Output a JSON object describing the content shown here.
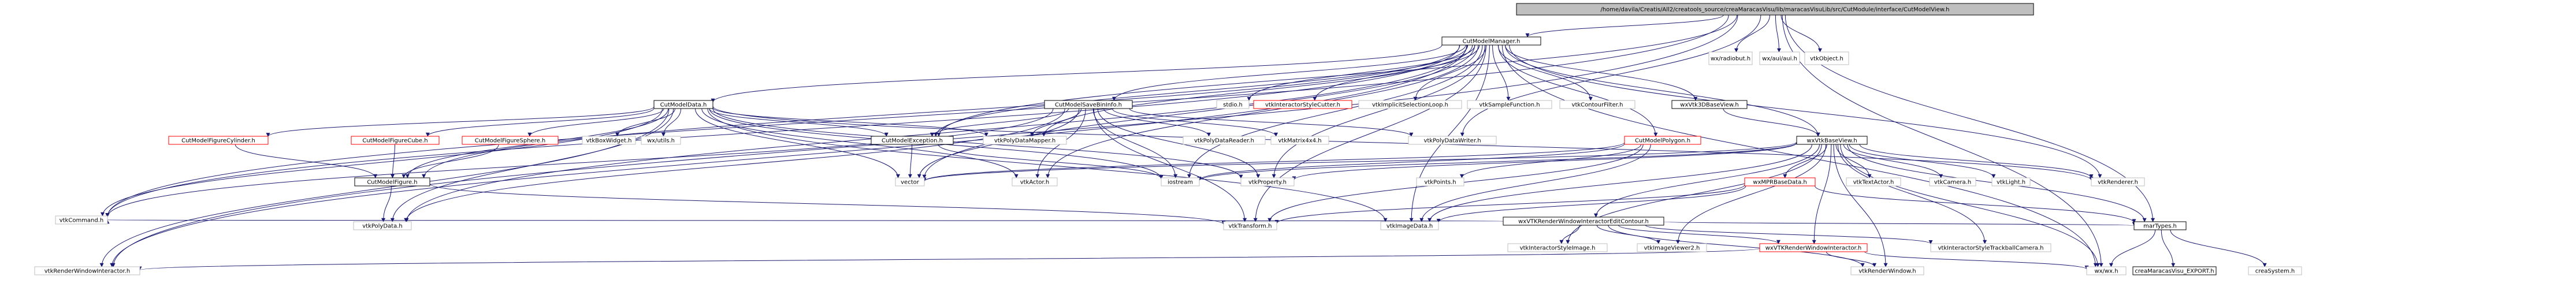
{
  "graph": {
    "root": "/home/davila/Creatis/All2/creatools_source/creaMaracasVisu/lib/maracasVisuLib/src/CutModule/interface/CutModelView.h",
    "style": {
      "edge_color": "#191970",
      "node_fill_default": "#ffffff",
      "node_stroke_default": "#bfbfbf",
      "node_stroke_missing": "#ff0000",
      "node_stroke_documented": "#000000",
      "root_fill": "#bfbfbf"
    },
    "nodes": [
      {
        "id": "root",
        "label": "/home/davila/Creatis/All2/creatools_source/creaMaracasVisu/lib/maracasVisuLib/src/CutModule/interface/CutModelView.h",
        "kind": "root"
      },
      {
        "id": "cutmodelmanager",
        "label": "CutModelManager.h",
        "kind": "documented"
      },
      {
        "id": "wxradiobut",
        "label": "wx/radiobut.h",
        "kind": "plain"
      },
      {
        "id": "wxauiaui",
        "label": "wx/aui/aui.h",
        "kind": "plain"
      },
      {
        "id": "vtkobject",
        "label": "vtkObject.h",
        "kind": "plain"
      },
      {
        "id": "cutmodeldata",
        "label": "CutModelData.h",
        "kind": "documented"
      },
      {
        "id": "cutmodelsavebininfo",
        "label": "CutModelSaveBinInfo.h",
        "kind": "documented"
      },
      {
        "id": "stdioh",
        "label": "stdio.h",
        "kind": "plain"
      },
      {
        "id": "vtkinteractorstylecutter",
        "label": "vtkInteractorStyleCutter.h",
        "kind": "missing"
      },
      {
        "id": "vtkimplicitselectionloop",
        "label": "vtkImplicitSelectionLoop.h",
        "kind": "plain"
      },
      {
        "id": "vtksamplefunction",
        "label": "vtkSampleFunction.h",
        "kind": "plain"
      },
      {
        "id": "vtkcontourfilter",
        "label": "vtkContourFilter.h",
        "kind": "plain"
      },
      {
        "id": "wxvtk3dbaseview",
        "label": "wxVtk3DBaseView.h",
        "kind": "documented"
      },
      {
        "id": "cutmodelfigurecylinder",
        "label": "CutModelFigureCylinder.h",
        "kind": "missing"
      },
      {
        "id": "cutmodelfigurecube",
        "label": "CutModelFigureCube.h",
        "kind": "missing"
      },
      {
        "id": "cutmodelfiguresphere",
        "label": "CutModelFigureSphere.h",
        "kind": "missing"
      },
      {
        "id": "vtkboxwidget",
        "label": "vtkBoxWidget.h",
        "kind": "plain"
      },
      {
        "id": "wxutils",
        "label": "wx/utils.h",
        "kind": "plain"
      },
      {
        "id": "cutmodelexception",
        "label": "CutModelException.h",
        "kind": "documented"
      },
      {
        "id": "vtkpolydatamapper",
        "label": "vtkPolyDataMapper.h",
        "kind": "plain"
      },
      {
        "id": "vtkpolydatareader",
        "label": "vtkPolyDataReader.h",
        "kind": "plain"
      },
      {
        "id": "vtkmatrix4x4",
        "label": "vtkMatrix4x4.h",
        "kind": "plain"
      },
      {
        "id": "vtkpolydatawriter",
        "label": "vtkPolyDataWriter.h",
        "kind": "plain"
      },
      {
        "id": "cutmodelpolygon",
        "label": "CutModelPolygon.h",
        "kind": "missing"
      },
      {
        "id": "wxvtkbaseview",
        "label": "wxVtkBaseView.h",
        "kind": "documented"
      },
      {
        "id": "cutmodelfigure",
        "label": "CutModelFigure.h",
        "kind": "documented"
      },
      {
        "id": "vector",
        "label": "vector",
        "kind": "plain"
      },
      {
        "id": "vtkactor",
        "label": "vtkActor.h",
        "kind": "plain"
      },
      {
        "id": "iostream",
        "label": "iostream",
        "kind": "plain"
      },
      {
        "id": "vtkproperty",
        "label": "vtkProperty.h",
        "kind": "plain"
      },
      {
        "id": "vtkpoints",
        "label": "vtkPoints.h",
        "kind": "plain"
      },
      {
        "id": "vtktextactor",
        "label": "vtkTextActor.h",
        "kind": "plain"
      },
      {
        "id": "vtkcamera",
        "label": "vtkCamera.h",
        "kind": "plain"
      },
      {
        "id": "vtklight",
        "label": "vtkLight.h",
        "kind": "plain"
      },
      {
        "id": "vtkrenderer",
        "label": "vtkRenderer.h",
        "kind": "plain"
      },
      {
        "id": "wxmprbasedata",
        "label": "wxMPRBaseData.h",
        "kind": "missing"
      },
      {
        "id": "wxvtkrenderwindowinteractoreditcontour",
        "label": "wxVTKRenderWindowInteractorEditContour.h",
        "kind": "documented"
      },
      {
        "id": "vtkcommand",
        "label": "vtkCommand.h",
        "kind": "plain"
      },
      {
        "id": "vtkpolydata",
        "label": "vtkPolyData.h",
        "kind": "plain"
      },
      {
        "id": "vtktransform",
        "label": "vtkTransform.h",
        "kind": "plain"
      },
      {
        "id": "vtkimagedata",
        "label": "vtkImageData.h",
        "kind": "plain"
      },
      {
        "id": "vtkinteractorstyleimage",
        "label": "vtkInteractorStyleImage.h",
        "kind": "plain"
      },
      {
        "id": "vtkimageviewer2",
        "label": "vtkImageViewer2.h",
        "kind": "plain"
      },
      {
        "id": "wxvtkrenderwindowinteractor",
        "label": "wxVTKRenderWindowInteractor.h",
        "kind": "missing"
      },
      {
        "id": "vtkinteractorstyletrackballcamera",
        "label": "vtkInteractorStyleTrackballCamera.h",
        "kind": "plain"
      },
      {
        "id": "martypes",
        "label": "marTypes.h",
        "kind": "documented"
      },
      {
        "id": "vtkrenderwindowinteractor",
        "label": "vtkRenderWindowInteractor.h",
        "kind": "plain"
      },
      {
        "id": "vtkrenderwindow",
        "label": "vtkRenderWindow.h",
        "kind": "plain"
      },
      {
        "id": "wxwx",
        "label": "wx/wx.h",
        "kind": "plain"
      },
      {
        "id": "creamaracasvisuexport",
        "label": "creaMaracasVisu_EXPORT.h",
        "kind": "documented"
      },
      {
        "id": "creasystem",
        "label": "creaSystem.h",
        "kind": "plain"
      }
    ],
    "edges": [
      [
        "root",
        "cutmodelmanager"
      ],
      [
        "root",
        "wxradiobut"
      ],
      [
        "root",
        "wxauiaui"
      ],
      [
        "root",
        "vtkobject"
      ],
      [
        "root",
        "vtkcommand"
      ],
      [
        "root",
        "vtkrenderwindowinteractor"
      ],
      [
        "root",
        "cutmodelexception"
      ],
      [
        "root",
        "vtkpolydatawriter"
      ],
      [
        "root",
        "martypes"
      ],
      [
        "root",
        "wxwx"
      ],
      [
        "cutmodelmanager",
        "cutmodeldata"
      ],
      [
        "cutmodelmanager",
        "cutmodelsavebininfo"
      ],
      [
        "cutmodelmanager",
        "stdioh"
      ],
      [
        "cutmodelmanager",
        "vtkinteractorstylecutter"
      ],
      [
        "cutmodelmanager",
        "vtkimplicitselectionloop"
      ],
      [
        "cutmodelmanager",
        "vtksamplefunction"
      ],
      [
        "cutmodelmanager",
        "vtkcontourfilter"
      ],
      [
        "cutmodelmanager",
        "wxvtk3dbaseview"
      ],
      [
        "cutmodelmanager",
        "cutmodelexception"
      ],
      [
        "cutmodelmanager",
        "cutmodelpolygon"
      ],
      [
        "cutmodelmanager",
        "wxvtkbaseview"
      ],
      [
        "cutmodelmanager",
        "cutmodelfigure"
      ],
      [
        "cutmodelmanager",
        "vector"
      ],
      [
        "cutmodelmanager",
        "iostream"
      ],
      [
        "cutmodelmanager",
        "vtkactor"
      ],
      [
        "cutmodelmanager",
        "vtkpolydatamapper"
      ],
      [
        "cutmodelmanager",
        "vtkrenderer"
      ],
      [
        "cutmodelmanager",
        "vtkcommand"
      ],
      [
        "cutmodelmanager",
        "vtkpolydata"
      ],
      [
        "cutmodelmanager",
        "vtkrenderwindowinteractor"
      ],
      [
        "cutmodelmanager",
        "vtktransform"
      ],
      [
        "cutmodelmanager",
        "vtkproperty"
      ],
      [
        "cutmodelmanager",
        "vtkimagedata"
      ],
      [
        "cutmodelmanager",
        "wxwx"
      ],
      [
        "cutmodeldata",
        "cutmodelfigurecylinder"
      ],
      [
        "cutmodeldata",
        "cutmodelfigurecube"
      ],
      [
        "cutmodeldata",
        "cutmodelfiguresphere"
      ],
      [
        "cutmodeldata",
        "vtkboxwidget"
      ],
      [
        "cutmodeldata",
        "wxutils"
      ],
      [
        "cutmodeldata",
        "cutmodelexception"
      ],
      [
        "cutmodeldata",
        "vtkpolydatamapper"
      ],
      [
        "cutmodeldata",
        "cutmodelfigure"
      ],
      [
        "cutmodeldata",
        "vector"
      ],
      [
        "cutmodeldata",
        "vtkactor"
      ],
      [
        "cutmodeldata",
        "iostream"
      ],
      [
        "cutmodeldata",
        "vtkproperty"
      ],
      [
        "cutmodeldata",
        "vtkcommand"
      ],
      [
        "cutmodeldata",
        "vtkpolydata"
      ],
      [
        "cutmodeldata",
        "vtkrenderwindowinteractor"
      ],
      [
        "cutmodeldata",
        "vtkimagedata"
      ],
      [
        "cutmodeldata",
        "vtkrenderer"
      ],
      [
        "cutmodelsavebininfo",
        "cutmodelexception"
      ],
      [
        "cutmodelsavebininfo",
        "vtkpolydatamapper"
      ],
      [
        "cutmodelsavebininfo",
        "vtkpolydatareader"
      ],
      [
        "cutmodelsavebininfo",
        "vtkmatrix4x4"
      ],
      [
        "cutmodelsavebininfo",
        "vtkpolydatawriter"
      ],
      [
        "cutmodelsavebininfo",
        "vector"
      ],
      [
        "cutmodelsavebininfo",
        "vtkactor"
      ],
      [
        "cutmodelsavebininfo",
        "iostream"
      ],
      [
        "cutmodelsavebininfo",
        "vtkcommand"
      ],
      [
        "cutmodelsavebininfo",
        "vtktransform"
      ],
      [
        "cutmodelsavebininfo",
        "vtkpolydata"
      ],
      [
        "cutmodelsavebininfo",
        "vtkproperty"
      ],
      [
        "wxvtk3dbaseview",
        "wxvtkbaseview"
      ],
      [
        "cutmodelfigurecylinder",
        "cutmodelfigure"
      ],
      [
        "cutmodelfigurecube",
        "cutmodelfigure"
      ],
      [
        "cutmodelfiguresphere",
        "cutmodelfigure"
      ],
      [
        "cutmodelexception",
        "vector"
      ],
      [
        "cutmodelexception",
        "iostream"
      ],
      [
        "cutmodelpolygon",
        "vector"
      ],
      [
        "cutmodelpolygon",
        "vtkpoints"
      ],
      [
        "cutmodelpolygon",
        "vtkimagedata"
      ],
      [
        "cutmodelpolygon",
        "vtktransform"
      ],
      [
        "cutmodelpolygon",
        "iostream"
      ],
      [
        "wxvtkbaseview",
        "wxmprbasedata"
      ],
      [
        "wxvtkbaseview",
        "wxvtkrenderwindowinteractoreditcontour"
      ],
      [
        "wxvtkbaseview",
        "vtktextactor"
      ],
      [
        "wxvtkbaseview",
        "vtkcamera"
      ],
      [
        "wxvtkbaseview",
        "vtklight"
      ],
      [
        "wxvtkbaseview",
        "vtkrenderer"
      ],
      [
        "wxvtkbaseview",
        "vector"
      ],
      [
        "wxvtkbaseview",
        "vtkproperty"
      ],
      [
        "wxvtkbaseview",
        "iostream"
      ],
      [
        "wxvtkbaseview",
        "martypes"
      ],
      [
        "wxvtkbaseview",
        "wxvtkrenderwindowinteractor"
      ],
      [
        "wxvtkbaseview",
        "vtkimageviewer2"
      ],
      [
        "wxvtkbaseview",
        "vtkimagedata"
      ],
      [
        "wxvtkbaseview",
        "wxwx"
      ],
      [
        "wxvtkbaseview",
        "vtkrenderwindow"
      ],
      [
        "wxvtkbaseview",
        "vtkinteractorstyletrackballcamera"
      ],
      [
        "wxvtkbaseview",
        "vtkinteractorstyleimage"
      ],
      [
        "cutmodelfigure",
        "vtkpolydata"
      ],
      [
        "cutmodelfigure",
        "vtktransform"
      ],
      [
        "wxmprbasedata",
        "vtktransform"
      ],
      [
        "wxmprbasedata",
        "vtkimagedata"
      ],
      [
        "wxmprbasedata",
        "martypes"
      ],
      [
        "wxvtkrenderwindowinteractoreditcontour",
        "vtkcommand"
      ],
      [
        "wxvtkrenderwindowinteractoreditcontour",
        "vtkinteractorstyleimage"
      ],
      [
        "wxvtkrenderwindowinteractoreditcontour",
        "vtkimageviewer2"
      ],
      [
        "wxvtkrenderwindowinteractoreditcontour",
        "wxvtkrenderwindowinteractor"
      ],
      [
        "wxvtkrenderwindowinteractoreditcontour",
        "vtkinteractorstyletrackballcamera"
      ],
      [
        "wxvtkrenderwindowinteractoreditcontour",
        "vtkrenderwindow"
      ],
      [
        "wxvtkrenderwindowinteractoreditcontour",
        "martypes"
      ],
      [
        "wxvtkrenderwindowinteractor",
        "vtkrenderwindowinteractor"
      ],
      [
        "wxvtkrenderwindowinteractor",
        "vtkrenderwindow"
      ],
      [
        "wxvtkrenderwindowinteractor",
        "wxwx"
      ],
      [
        "martypes",
        "creamaracasvisuexport"
      ],
      [
        "martypes",
        "creasystem"
      ],
      [
        "martypes",
        "wxwx"
      ]
    ]
  }
}
